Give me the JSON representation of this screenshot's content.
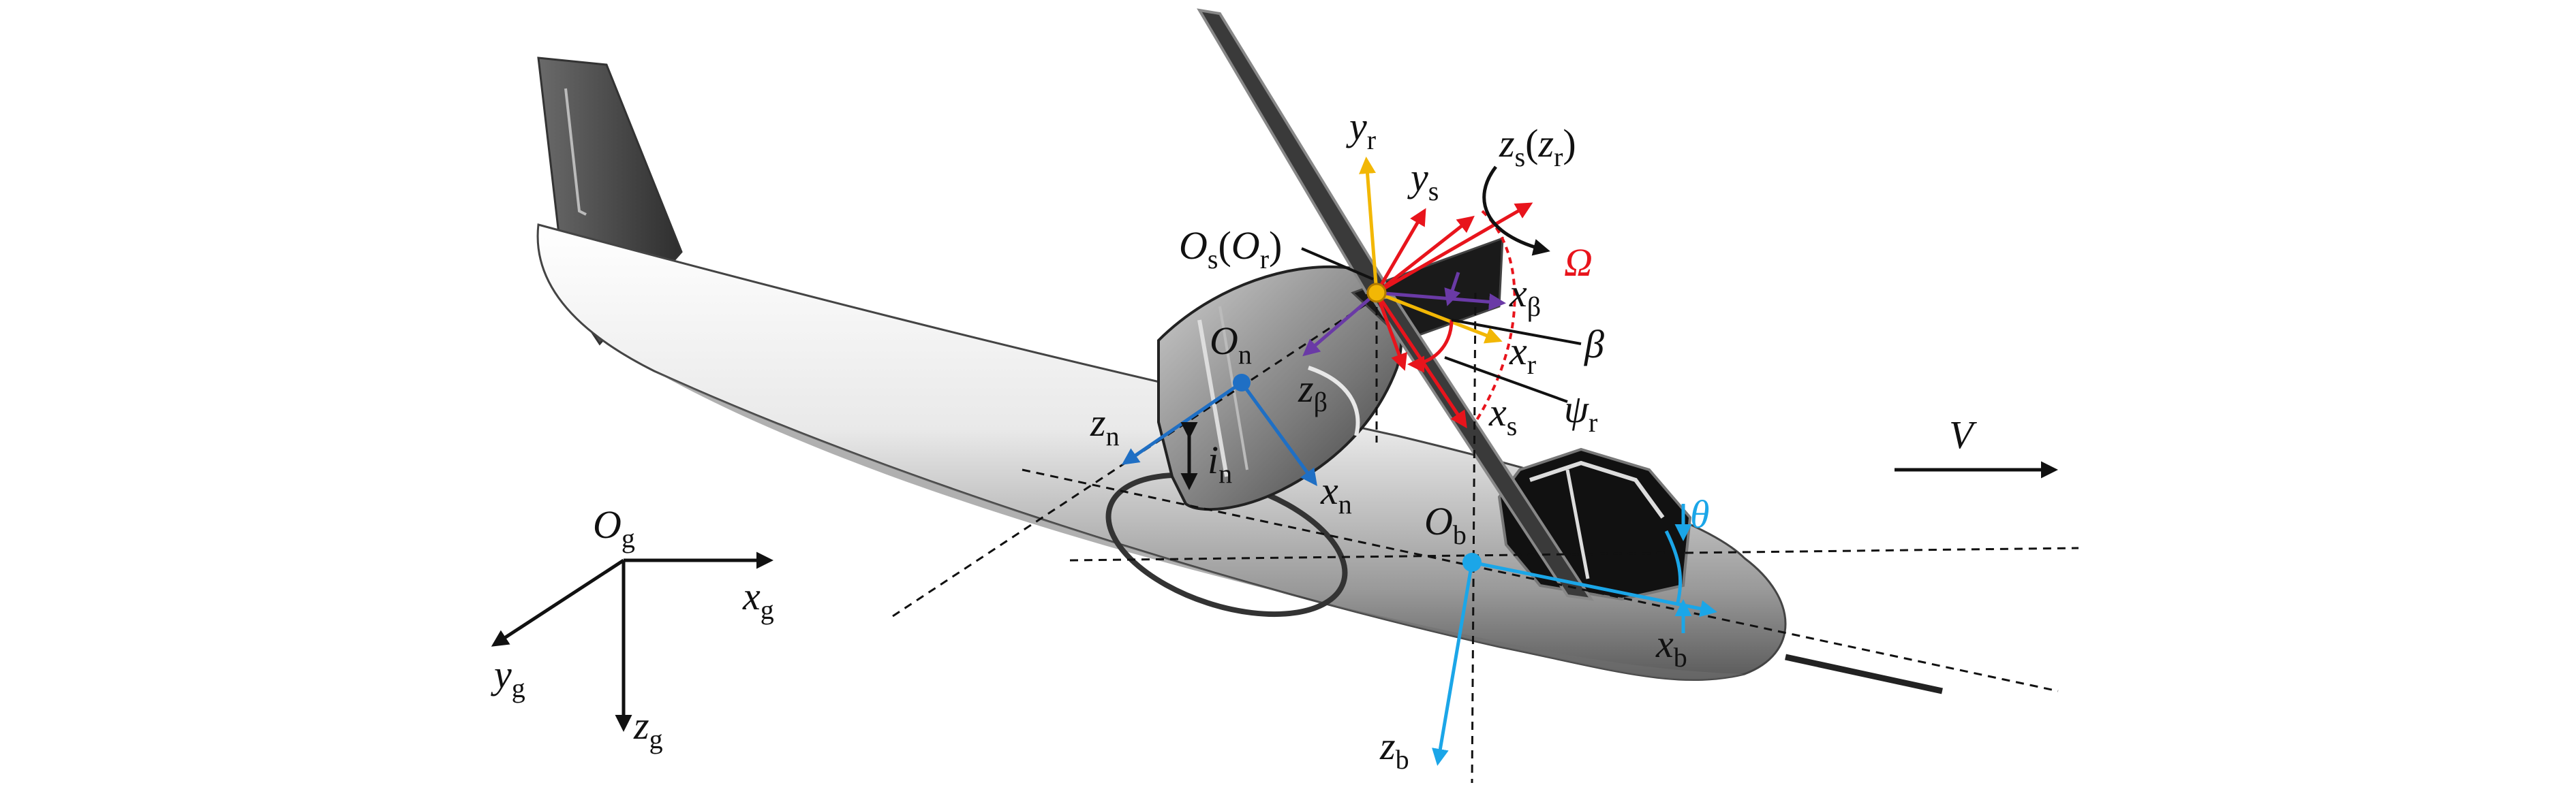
{
  "colors": {
    "black": "#111111",
    "red": "#e8141c",
    "blue": "#1f6fc4",
    "cyan": "#1ba6e8",
    "orange": "#f2b705",
    "purple": "#6a3aa6",
    "body_shade": "#b8b8b8",
    "dark": "#1a1a1a"
  },
  "labels": {
    "Og": {
      "main": "O",
      "sub": "g"
    },
    "xg": {
      "main": "x",
      "sub": "g"
    },
    "yg": {
      "main": "y",
      "sub": "g"
    },
    "zg": {
      "main": "z",
      "sub": "g"
    },
    "On": {
      "main": "O",
      "sub": "n"
    },
    "zn": {
      "main": "z",
      "sub": "n"
    },
    "xn": {
      "main": "x",
      "sub": "n"
    },
    "in": {
      "main": "i",
      "sub": "n"
    },
    "Os": {
      "main": "O",
      "sub": "s",
      "paren_main": "O",
      "paren_sub": "r"
    },
    "yr": {
      "main": "y",
      "sub": "r"
    },
    "ys": {
      "main": "y",
      "sub": "s"
    },
    "zs": {
      "main": "z",
      "sub": "s",
      "paren_main": "z",
      "paren_sub": "r"
    },
    "Omega": {
      "main": "Ω"
    },
    "xbeta": {
      "main": "x",
      "sub": "β"
    },
    "beta": {
      "main": "β"
    },
    "xr": {
      "main": "x",
      "sub": "r"
    },
    "zbeta": {
      "main": "z",
      "sub": "β"
    },
    "psir": {
      "main": "ψ",
      "sub": "r"
    },
    "xs": {
      "main": "x",
      "sub": "s"
    },
    "V": {
      "main": "V"
    },
    "Ob": {
      "main": "O",
      "sub": "b"
    },
    "theta": {
      "main": "θ"
    },
    "xb": {
      "main": "x",
      "sub": "b"
    },
    "zb": {
      "main": "z",
      "sub": "b"
    }
  }
}
